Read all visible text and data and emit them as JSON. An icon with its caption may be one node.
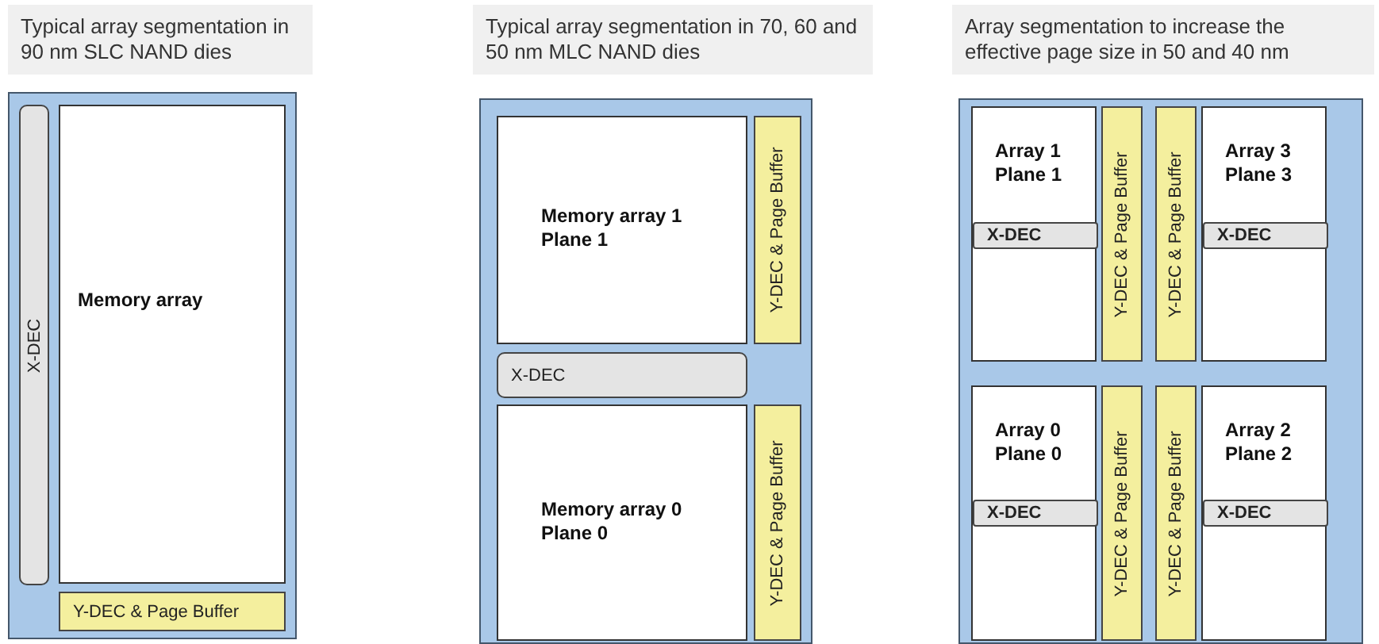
{
  "diagram": {
    "nodes": [
      {
        "text": [
          "Typical array segmentation in 90 nm SLC NAND dies"
        ]
      },
      {
        "text": [
          "X-DEC"
        ],
        "in": 0
      },
      {
        "text": [
          "Memory array"
        ],
        "in": 0
      },
      {
        "text": [
          "Y-DEC & Page Buffer"
        ],
        "in": 0
      },
      {
        "text": [
          "Typical array segmentation in 70, 60 and 50 nm MLC NAND dies"
        ]
      },
      {
        "text": [
          "Memory array 1 Plane 1"
        ],
        "in": 4
      },
      {
        "text": [
          "Y-DEC & Page Buffer"
        ],
        "in": 4
      },
      {
        "text": [
          "X-DEC"
        ],
        "in": 4
      },
      {
        "text": [
          "Memory array 0 Plane 0"
        ],
        "in": 4
      },
      {
        "text": [
          "Y-DEC & Page Buffer"
        ],
        "in": 4
      },
      {
        "text": [
          "Array segmentation to increase the effective page size in 50 and 40 nm"
        ]
      },
      {
        "text": [
          "Array 1 Plane 1"
        ],
        "in": 10
      },
      {
        "text": [
          "X-DEC"
        ],
        "in": 11
      },
      {
        "text": [
          "Y-DEC & Page Buffer"
        ],
        "in": 10
      },
      {
        "text": [
          "Y-DEC & Page Buffer"
        ],
        "in": 10
      },
      {
        "text": [
          "Array 3 Plane 3"
        ],
        "in": 10
      },
      {
        "text": [
          "X-DEC"
        ],
        "in": 15
      },
      {
        "text": [
          "Array 0 Plane 0"
        ],
        "in": 10
      },
      {
        "text": [
          "X-DEC"
        ],
        "in": 17
      },
      {
        "text": [
          "Y-DEC & Page Buffer"
        ],
        "in": 10
      },
      {
        "text": [
          "Y-DEC & Page Buffer"
        ],
        "in": 10
      },
      {
        "text": [
          "Array 2 Plane 2"
        ],
        "in": 10
      },
      {
        "text": [
          "X-DEC"
        ],
        "in": 21
      }
    ]
  }
}
